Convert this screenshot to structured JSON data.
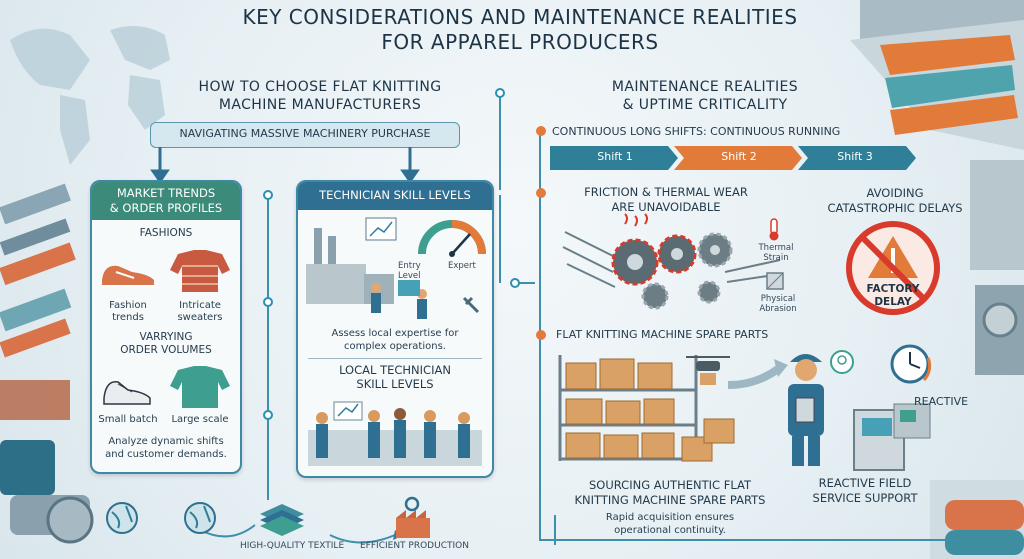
{
  "title": {
    "line1": "KEY CONSIDERATIONS AND MAINTENANCE REALITIES",
    "line2": "FOR APPAREL PRODUCERS"
  },
  "left_section": {
    "heading_line1": "HOW TO CHOOSE FLAT KNITTING",
    "heading_line2": "MACHINE MANUFACTURERS",
    "banner": "NAVIGATING MASSIVE MACHINERY PURCHASE",
    "market_panel": {
      "header_line1": "MARKET TRENDS",
      "header_line2": "& ORDER PROFILES",
      "fashions_label": "FASHIONS",
      "item1_line1": "Fashion",
      "item1_line2": "trends",
      "item2_line1": "Intricate",
      "item2_line2": "sweaters",
      "volumes_line1": "VARRYING",
      "volumes_line2": "ORDER VOLUMES",
      "item3": "Small batch",
      "item4": "Large scale",
      "footer_line1": "Analyze dynamic shifts",
      "footer_line2": "and customer demands."
    },
    "technician_panel": {
      "header": "TECHNICIAN SKILL LEVELS",
      "gauge_entry_line1": "Entry",
      "gauge_entry_line2": "Level",
      "gauge_expert": "Expert",
      "caption_line1": "Assess local expertise for",
      "caption_line2": "complex operations.",
      "local_line1": "LOCAL TECHNICIAN",
      "local_line2": "SKILL LEVELS"
    },
    "bottom_labels": {
      "textile": "HIGH-QUALITY TEXTILE",
      "production": "EFFICIENT PRODUCTION"
    }
  },
  "right_section": {
    "heading_line1": "MAINTENANCE REALITIES",
    "heading_line2": "& UPTIME CRITICALITY",
    "shifts_heading": "CONTINUOUS LONG SHIFTS: CONTINUOUS RUNNING",
    "shifts": [
      "Shift 1",
      "Shift 2",
      "Shift 3"
    ],
    "shift_colors": [
      "#2f7f99",
      "#e27a3a",
      "#2f7f99"
    ],
    "wear_line1": "FRICTION & THERMAL WEAR",
    "wear_line2": "ARE UNAVOIDABLE",
    "thermal_line1": "Thermal",
    "thermal_line2": "Strain",
    "physical_line1": "Physical",
    "physical_line2": "Abrasion",
    "delays_line1": "AVOIDING",
    "delays_line2": "CATASTROPHIC DELAYS",
    "sign_line1": "FACTORY",
    "sign_line2": "DELAY",
    "spare_heading": "FLAT KNITTING MACHINE SPARE PARTS",
    "reactive": "REACTIVE",
    "sourcing_line1": "SOURCING AUTHENTIC FLAT",
    "sourcing_line2": "KNITTING MACHINE SPARE PARTS",
    "rapid_line1": "Rapid acquisition ensures",
    "rapid_line2": "operational continuity.",
    "field_line1": "REACTIVE FIELD",
    "field_line2": "SERVICE SUPPORT"
  },
  "colors": {
    "accent_teal": "#2f7f99",
    "accent_orange": "#e27a3a",
    "panel_border": "#3f88a6",
    "header_green": "#3b8a7a",
    "header_blue": "#2f6f92",
    "warning_red": "#d83a2c"
  }
}
